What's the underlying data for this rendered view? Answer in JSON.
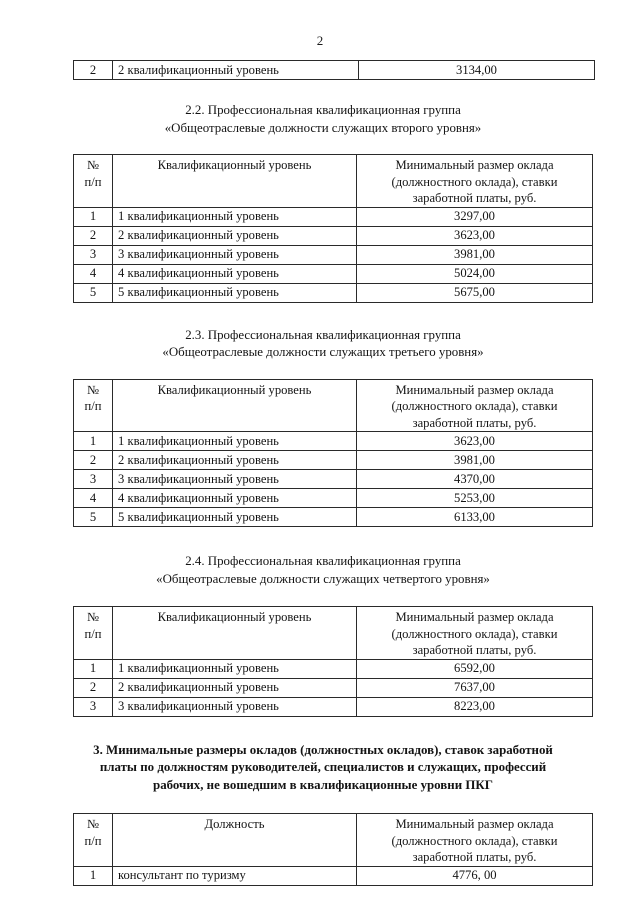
{
  "page": {
    "number": "2"
  },
  "common": {
    "header_num": "№\nп/п",
    "header_num_line1": "№",
    "header_num_line2": "п/п",
    "header_level": "Квалификационный уровень",
    "header_position": "Должность",
    "header_salary_line1": "Минимальный размер оклада",
    "header_salary_line2": "(должностного оклада), ставки",
    "header_salary_line3": "заработной платы, руб."
  },
  "continued_table": {
    "rows": [
      {
        "num": "2",
        "name": "2 квалификационный уровень",
        "value": "3134,00"
      }
    ]
  },
  "sections": [
    {
      "heading_line1": "2.2. Профессиональная квалификационная группа",
      "heading_line2": "«Общеотраслевые должности служащих второго уровня»",
      "rows": [
        {
          "num": "1",
          "name": "1 квалификационный уровень",
          "value": "3297,00"
        },
        {
          "num": "2",
          "name": "2 квалификационный уровень",
          "value": "3623,00"
        },
        {
          "num": "3",
          "name": "3 квалификационный уровень",
          "value": "3981,00"
        },
        {
          "num": "4",
          "name": "4 квалификационный уровень",
          "value": "5024,00"
        },
        {
          "num": "5",
          "name": "5 квалификационный уровень",
          "value": "5675,00"
        }
      ]
    },
    {
      "heading_line1": "2.3. Профессиональная квалификационная группа",
      "heading_line2": "«Общеотраслевые должности служащих третьего уровня»",
      "rows": [
        {
          "num": "1",
          "name": "1 квалификационный уровень",
          "value": "3623,00"
        },
        {
          "num": "2",
          "name": "2 квалификационный уровень",
          "value": "3981,00"
        },
        {
          "num": "3",
          "name": "3 квалификационный уровень",
          "value": "4370,00"
        },
        {
          "num": "4",
          "name": "4 квалификационный уровень",
          "value": "5253,00"
        },
        {
          "num": "5",
          "name": "5 квалификационный уровень",
          "value": "6133,00"
        }
      ]
    },
    {
      "heading_line1": "2.4. Профессиональная квалификационная группа",
      "heading_line2": "«Общеотраслевые должности служащих четвертого уровня»",
      "rows": [
        {
          "num": "1",
          "name": "1 квалификационный уровень",
          "value": "6592,00"
        },
        {
          "num": "2",
          "name": "2 квалификационный уровень",
          "value": "7637,00"
        },
        {
          "num": "3",
          "name": "3 квалификационный уровень",
          "value": "8223,00"
        }
      ]
    }
  ],
  "section3": {
    "heading_line1": "3. Минимальные размеры окладов (должностных окладов), ставок заработной",
    "heading_line2": "платы по должностям руководителей, специалистов и служащих, профессий",
    "heading_line3": "рабочих, не вошедшим в квалификационные уровни ПКГ",
    "rows": [
      {
        "num": "1",
        "name": "консультант по туризму",
        "value": "4776, 00"
      }
    ]
  }
}
